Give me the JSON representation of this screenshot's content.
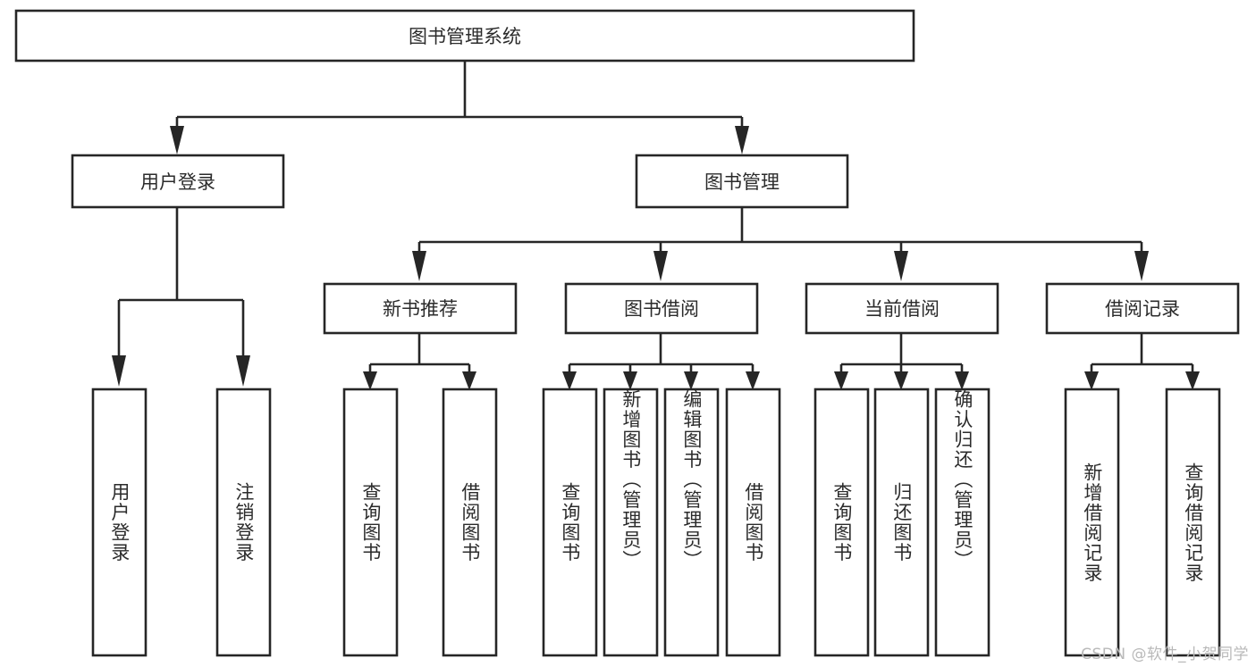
{
  "page": {
    "background_color": "#ffffff",
    "line_color": "#262626",
    "text_color": "#2b2b2b",
    "watermark": "CSDN @软件_小贺同学"
  },
  "chart_data": {
    "type": "diagram",
    "diagram_kind": "tree-hierarchy-chart",
    "title": "图书管理系统",
    "orientation": "top-down",
    "levels": 3,
    "root": {
      "id": "root",
      "label": "图书管理系统",
      "children": [
        "user-login",
        "book-management"
      ]
    },
    "nodes": [
      {
        "id": "root",
        "label": "图书管理系统",
        "level": 0,
        "orientation": "horizontal"
      },
      {
        "id": "user-login",
        "label": "用户登录",
        "level": 1,
        "orientation": "horizontal"
      },
      {
        "id": "book-management",
        "label": "图书管理",
        "level": 1,
        "orientation": "horizontal"
      },
      {
        "id": "new-book-recommend",
        "label": "新书推荐",
        "level": 2,
        "orientation": "horizontal"
      },
      {
        "id": "book-borrow",
        "label": "图书借阅",
        "level": 2,
        "orientation": "horizontal"
      },
      {
        "id": "current-borrow",
        "label": "当前借阅",
        "level": 2,
        "orientation": "horizontal"
      },
      {
        "id": "borrow-record",
        "label": "借阅记录",
        "level": 2,
        "orientation": "horizontal"
      },
      {
        "id": "leaf-user-login",
        "label": "用户登录",
        "level": 3,
        "orientation": "vertical",
        "parent": "user-login"
      },
      {
        "id": "leaf-logout",
        "label": "注销登录",
        "level": 3,
        "orientation": "vertical",
        "parent": "user-login"
      },
      {
        "id": "leaf-query-book-1",
        "label": "查询图书",
        "level": 3,
        "orientation": "vertical",
        "parent": "new-book-recommend"
      },
      {
        "id": "leaf-borrow-book-1",
        "label": "借阅图书",
        "level": 3,
        "orientation": "vertical",
        "parent": "new-book-recommend"
      },
      {
        "id": "leaf-query-book-2",
        "label": "查询图书",
        "level": 3,
        "orientation": "vertical",
        "parent": "book-borrow"
      },
      {
        "id": "leaf-add-book",
        "label": "新增图书（管理员）",
        "level": 3,
        "orientation": "vertical",
        "parent": "book-borrow"
      },
      {
        "id": "leaf-edit-book",
        "label": "编辑图书（管理员）",
        "level": 3,
        "orientation": "vertical",
        "parent": "book-borrow"
      },
      {
        "id": "leaf-borrow-book-2",
        "label": "借阅图书",
        "level": 3,
        "orientation": "vertical",
        "parent": "book-borrow"
      },
      {
        "id": "leaf-query-book-3",
        "label": "查询图书",
        "level": 3,
        "orientation": "vertical",
        "parent": "current-borrow"
      },
      {
        "id": "leaf-return-book",
        "label": "归还图书",
        "level": 3,
        "orientation": "vertical",
        "parent": "current-borrow"
      },
      {
        "id": "leaf-confirm-return",
        "label": "确认归还（管理员）",
        "level": 3,
        "orientation": "vertical",
        "parent": "current-borrow"
      },
      {
        "id": "leaf-add-record",
        "label": "新增借阅记录",
        "level": 3,
        "orientation": "vertical",
        "parent": "borrow-record"
      },
      {
        "id": "leaf-query-record",
        "label": "查询借阅记录",
        "level": 3,
        "orientation": "vertical",
        "parent": "borrow-record"
      }
    ],
    "edges": [
      {
        "from": "root",
        "to": "user-login"
      },
      {
        "from": "root",
        "to": "book-management"
      },
      {
        "from": "book-management",
        "to": "new-book-recommend"
      },
      {
        "from": "book-management",
        "to": "book-borrow"
      },
      {
        "from": "book-management",
        "to": "current-borrow"
      },
      {
        "from": "book-management",
        "to": "borrow-record"
      },
      {
        "from": "user-login",
        "to": "leaf-user-login"
      },
      {
        "from": "user-login",
        "to": "leaf-logout"
      },
      {
        "from": "new-book-recommend",
        "to": "leaf-query-book-1"
      },
      {
        "from": "new-book-recommend",
        "to": "leaf-borrow-book-1"
      },
      {
        "from": "book-borrow",
        "to": "leaf-query-book-2"
      },
      {
        "from": "book-borrow",
        "to": "leaf-add-book"
      },
      {
        "from": "book-borrow",
        "to": "leaf-edit-book"
      },
      {
        "from": "book-borrow",
        "to": "leaf-borrow-book-2"
      },
      {
        "from": "current-borrow",
        "to": "leaf-query-book-3"
      },
      {
        "from": "current-borrow",
        "to": "leaf-return-book"
      },
      {
        "from": "current-borrow",
        "to": "leaf-confirm-return"
      },
      {
        "from": "borrow-record",
        "to": "leaf-add-record"
      },
      {
        "from": "borrow-record",
        "to": "leaf-query-record"
      }
    ]
  },
  "labels": {
    "root": "图书管理系统",
    "user_login": "用户登录",
    "book_management": "图书管理",
    "new_book_recommend": "新书推荐",
    "book_borrow": "图书借阅",
    "current_borrow": "当前借阅",
    "borrow_record": "借阅记录",
    "leaf_user_login": "用户登录",
    "leaf_logout": "注销登录",
    "leaf_query_book_1": "查询图书",
    "leaf_borrow_book_1": "借阅图书",
    "leaf_query_book_2": "查询图书",
    "leaf_add_book": "新增图书（管理员）",
    "leaf_edit_book": "编辑图书（管理员）",
    "leaf_borrow_book_2": "借阅图书",
    "leaf_query_book_3": "查询图书",
    "leaf_return_book": "归还图书",
    "leaf_confirm_return": "确认归还（管理员）",
    "leaf_add_record": "新增借阅记录",
    "leaf_query_record": "查询借阅记录"
  }
}
